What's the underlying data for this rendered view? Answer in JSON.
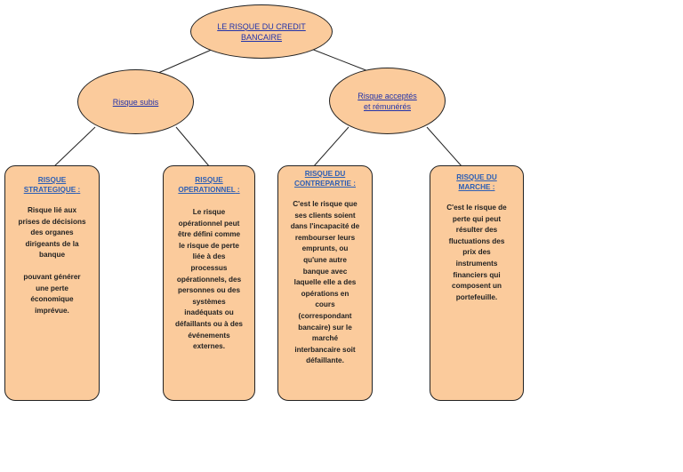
{
  "root": {
    "label_line1": "LE RISQUE DU CREDIT",
    "label_line2": "BANCAIRE"
  },
  "branches": [
    {
      "label": "Risque subis"
    },
    {
      "label_line1": "Risque acceptés",
      "label_line2": "et rémunérés"
    }
  ],
  "cards": [
    {
      "title_line1": "RISQUE",
      "title_line2": "STRATEGIQUE",
      "title_suffix": " :",
      "para1": "Risque lié aux\nprises de décisions\ndes organes\ndirigeants de la\nbanque",
      "para2": "pouvant générer\nune perte\néconomique\nimprévue."
    },
    {
      "title_line1": "RISQUE",
      "title_line2": "OPERATIONNEL",
      "title_suffix": " :",
      "para1": "Le risque\nopérationnel peut\nêtre défini comme\nle risque de perte\nliée à des\nprocessus\nopérationnels, des\npersonnes ou des\nsystèmes\ninadéquats ou\ndéfaillants ou à des\névénements\nexternes."
    },
    {
      "title_line1": "RISQUE DU",
      "title_line2": "CONTREPARTIE",
      "title_suffix": " :",
      "para1": "C'est le risque que\nses clients soient\ndans l'incapacité de\nrembourser leurs\nemprunts, ou\nqu'une autre\nbanque avec\nlaquelle elle a des\nopérations en\ncours\n(correspondant\nbancaire) sur le\nmarché\ninterbancaire soit\ndéfaillante."
    },
    {
      "title_line1": "RISQUE DU",
      "title_line2": "MARCHE",
      "title_suffix": " :",
      "para1": "C'est le risque de\nperte qui peut\nrésulter des\nfluctuations des\nprix des\ninstruments\nfinanciers qui\ncomposent un\nportefeuille."
    }
  ],
  "colors": {
    "fill": "#fbcb9c",
    "stroke": "#222222",
    "link_text": "#2d5fb5"
  }
}
